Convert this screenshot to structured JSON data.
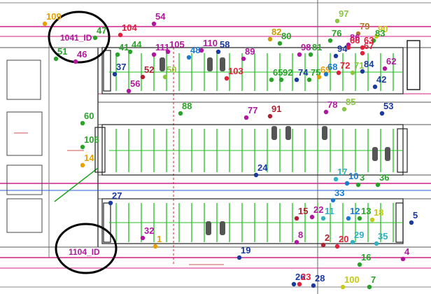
{
  "diagram": {
    "highlight_ids": [
      {
        "label": "1041_ID"
      },
      {
        "label": "1104_ID"
      }
    ],
    "markers": [
      {
        "label": "109",
        "color": "#e8a000"
      },
      {
        "label": "54",
        "color": "#b0179e"
      },
      {
        "label": "104",
        "color": "#e0203c"
      },
      {
        "label": "47",
        "color": "#2aa32a"
      },
      {
        "label": "97",
        "color": "#8cc63f"
      },
      {
        "label": "79",
        "color": "#b07a2a"
      },
      {
        "label": "90",
        "color": "#c8c818"
      },
      {
        "label": "82",
        "color": "#c8a000"
      },
      {
        "label": "80",
        "color": "#2aa32a"
      },
      {
        "label": "76",
        "color": "#2aa32a"
      },
      {
        "label": "86",
        "color": "#b0179e"
      },
      {
        "label": "67",
        "color": "#e0203c"
      },
      {
        "label": "83",
        "color": "#2aa32a"
      },
      {
        "label": "41",
        "color": "#2aa32a"
      },
      {
        "label": "44",
        "color": "#2aa32a"
      },
      {
        "label": "111",
        "color": "#b0179e"
      },
      {
        "label": "105",
        "color": "#b0179e"
      },
      {
        "label": "48",
        "color": "#1a7ad0"
      },
      {
        "label": "110",
        "color": "#b0179e"
      },
      {
        "label": "58",
        "color": "#1a3aa0"
      },
      {
        "label": "89",
        "color": "#b0179e"
      },
      {
        "label": "98",
        "color": "#b0179e"
      },
      {
        "label": "81",
        "color": "#2aa32a"
      },
      {
        "label": "94",
        "color": "#1a3aa0"
      },
      {
        "label": "66",
        "color": "#e0203c"
      },
      {
        "label": "63",
        "color": "#e0203c"
      },
      {
        "label": "46",
        "color": "#b0179e"
      },
      {
        "label": "51",
        "color": "#2aa32a"
      },
      {
        "label": "37",
        "color": "#1a3aa0"
      },
      {
        "label": "52",
        "color": "#b02030"
      },
      {
        "label": "50",
        "color": "#8cc63f"
      },
      {
        "label": "103",
        "color": "#e0203c"
      },
      {
        "label": "65",
        "color": "#2aa32a"
      },
      {
        "label": "92",
        "color": "#2aa32a"
      },
      {
        "label": "74",
        "color": "#1a3aa0"
      },
      {
        "label": "75",
        "color": "#2aa32a"
      },
      {
        "label": "69",
        "color": "#e8a000"
      },
      {
        "label": "68",
        "color": "#1a7ad0"
      },
      {
        "label": "72",
        "color": "#e0203c"
      },
      {
        "label": "71",
        "color": "#8cc63f"
      },
      {
        "label": "84",
        "color": "#1a3aa0"
      },
      {
        "label": "62",
        "color": "#b0179e"
      },
      {
        "label": "56",
        "color": "#b0179e"
      },
      {
        "label": "42",
        "color": "#1a3aa0"
      },
      {
        "label": "88",
        "color": "#2aa32a"
      },
      {
        "label": "77",
        "color": "#b0179e"
      },
      {
        "label": "91",
        "color": "#b02030"
      },
      {
        "label": "78",
        "color": "#b0179e"
      },
      {
        "label": "85",
        "color": "#8cc63f"
      },
      {
        "label": "53",
        "color": "#1a3aa0"
      },
      {
        "label": "60",
        "color": "#2aa32a"
      },
      {
        "label": "106",
        "color": "#2aa32a"
      },
      {
        "label": "14",
        "color": "#e8a000"
      },
      {
        "label": "24",
        "color": "#1a3aa0"
      },
      {
        "label": "17",
        "color": "#30b0c0"
      },
      {
        "label": "10",
        "color": "#1a7ad0"
      },
      {
        "label": "3",
        "color": "#2aa32a"
      },
      {
        "label": "36",
        "color": "#2aa32a"
      },
      {
        "label": "27",
        "color": "#1a3aa0"
      },
      {
        "label": "33",
        "color": "#1a7ad0"
      },
      {
        "label": "32",
        "color": "#b0179e"
      },
      {
        "label": "1",
        "color": "#e8a000"
      },
      {
        "label": "15",
        "color": "#b02030"
      },
      {
        "label": "22",
        "color": "#b0179e"
      },
      {
        "label": "11",
        "color": "#30b0c0"
      },
      {
        "label": "12",
        "color": "#1a7ad0"
      },
      {
        "label": "13",
        "color": "#2aa32a"
      },
      {
        "label": "18",
        "color": "#c8c818"
      },
      {
        "label": "5",
        "color": "#1a3aa0"
      },
      {
        "label": "8",
        "color": "#b0179e"
      },
      {
        "label": "2",
        "color": "#b02030"
      },
      {
        "label": "20",
        "color": "#e0203c"
      },
      {
        "label": "29",
        "color": "#30b0c0"
      },
      {
        "label": "35",
        "color": "#30b0c0"
      },
      {
        "label": "19",
        "color": "#1a3aa0"
      },
      {
        "label": "16",
        "color": "#2aa32a"
      },
      {
        "label": "4",
        "color": "#b0179e"
      },
      {
        "label": "26",
        "color": "#1a3aa0"
      },
      {
        "label": "23",
        "color": "#e0203c"
      },
      {
        "label": "28",
        "color": "#1a3aa0"
      },
      {
        "label": "100",
        "color": "#c8c818"
      },
      {
        "label": "7",
        "color": "#2aa32a"
      }
    ]
  }
}
